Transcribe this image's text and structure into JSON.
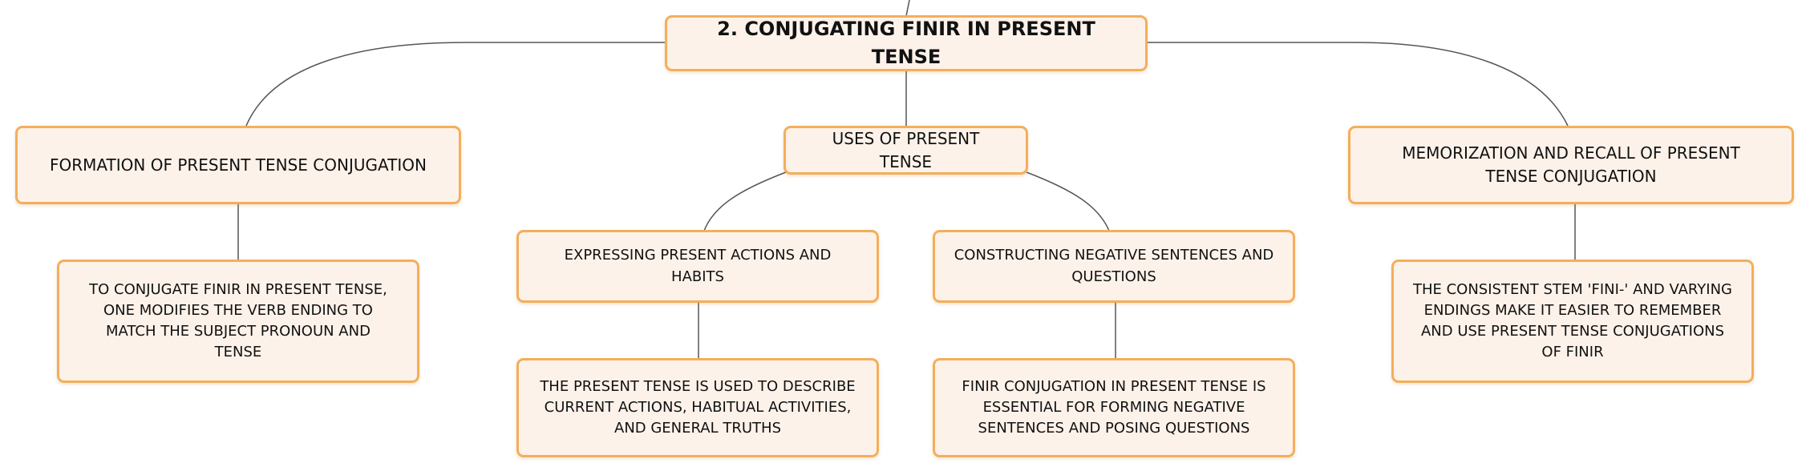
{
  "root": {
    "title": "2. CONJUGATING FINIR IN PRESENT TENSE"
  },
  "branches": [
    {
      "label": "FORMATION OF PRESENT TENSE CONJUGATION",
      "children": [
        {
          "text": "TO CONJUGATE FINIR IN PRESENT TENSE, ONE MODIFIES THE VERB ENDING TO MATCH THE SUBJECT PRONOUN AND TENSE"
        }
      ]
    },
    {
      "label": "USES OF PRESENT TENSE",
      "children": [
        {
          "label": "EXPRESSING PRESENT ACTIONS AND HABITS",
          "detail": "THE PRESENT TENSE IS USED TO DESCRIBE CURRENT ACTIONS, HABITUAL ACTIVITIES, AND GENERAL TRUTHS"
        },
        {
          "label": "CONSTRUCTING NEGATIVE SENTENCES AND QUESTIONS",
          "detail": "FINIR CONJUGATION IN PRESENT TENSE IS ESSENTIAL FOR FORMING NEGATIVE SENTENCES AND POSING QUESTIONS"
        }
      ]
    },
    {
      "label": "MEMORIZATION AND RECALL OF PRESENT TENSE CONJUGATION",
      "children": [
        {
          "text": "THE CONSISTENT STEM 'FINI-' AND VARYING ENDINGS MAKE IT EASIER TO REMEMBER AND USE PRESENT TENSE CONJUGATIONS OF FINIR"
        }
      ]
    }
  ],
  "colors": {
    "node_fill": "#fdf2ea",
    "node_border": "#f4ae5a",
    "connector": "#555555"
  }
}
